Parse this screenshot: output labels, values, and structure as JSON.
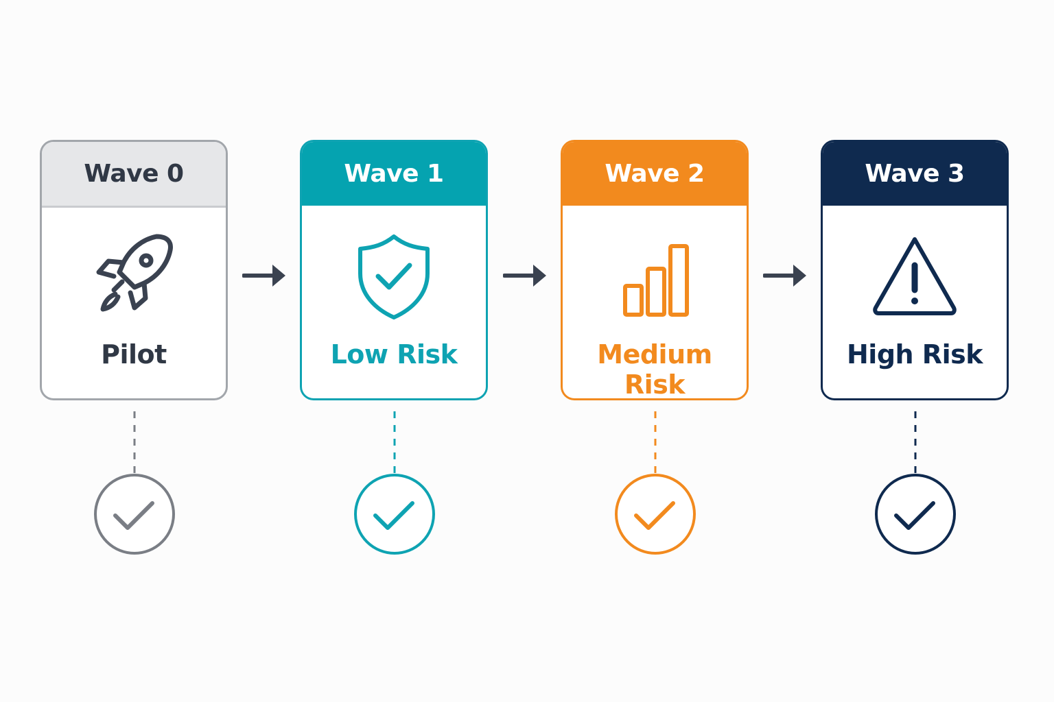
{
  "diagram": {
    "waves": [
      {
        "title": "Wave 0",
        "label": "Pilot",
        "icon": "rocket-icon",
        "color": "#7a7e85",
        "header_bg": "#e6e7e9",
        "status": "complete"
      },
      {
        "title": "Wave 1",
        "label": "Low Risk",
        "icon": "shield-check-icon",
        "color": "#0ea3b2",
        "header_bg": "#05a3b0",
        "status": "complete"
      },
      {
        "title": "Wave 2",
        "label": "Medium Risk",
        "icon": "bar-chart-icon",
        "color": "#f28a1e",
        "header_bg": "#f28a1e",
        "status": "complete"
      },
      {
        "title": "Wave 3",
        "label": "High Risk",
        "icon": "warning-triangle-icon",
        "color": "#0f2a4f",
        "header_bg": "#0f2a4f",
        "status": "complete"
      }
    ],
    "arrow_color": "#3a4250"
  }
}
